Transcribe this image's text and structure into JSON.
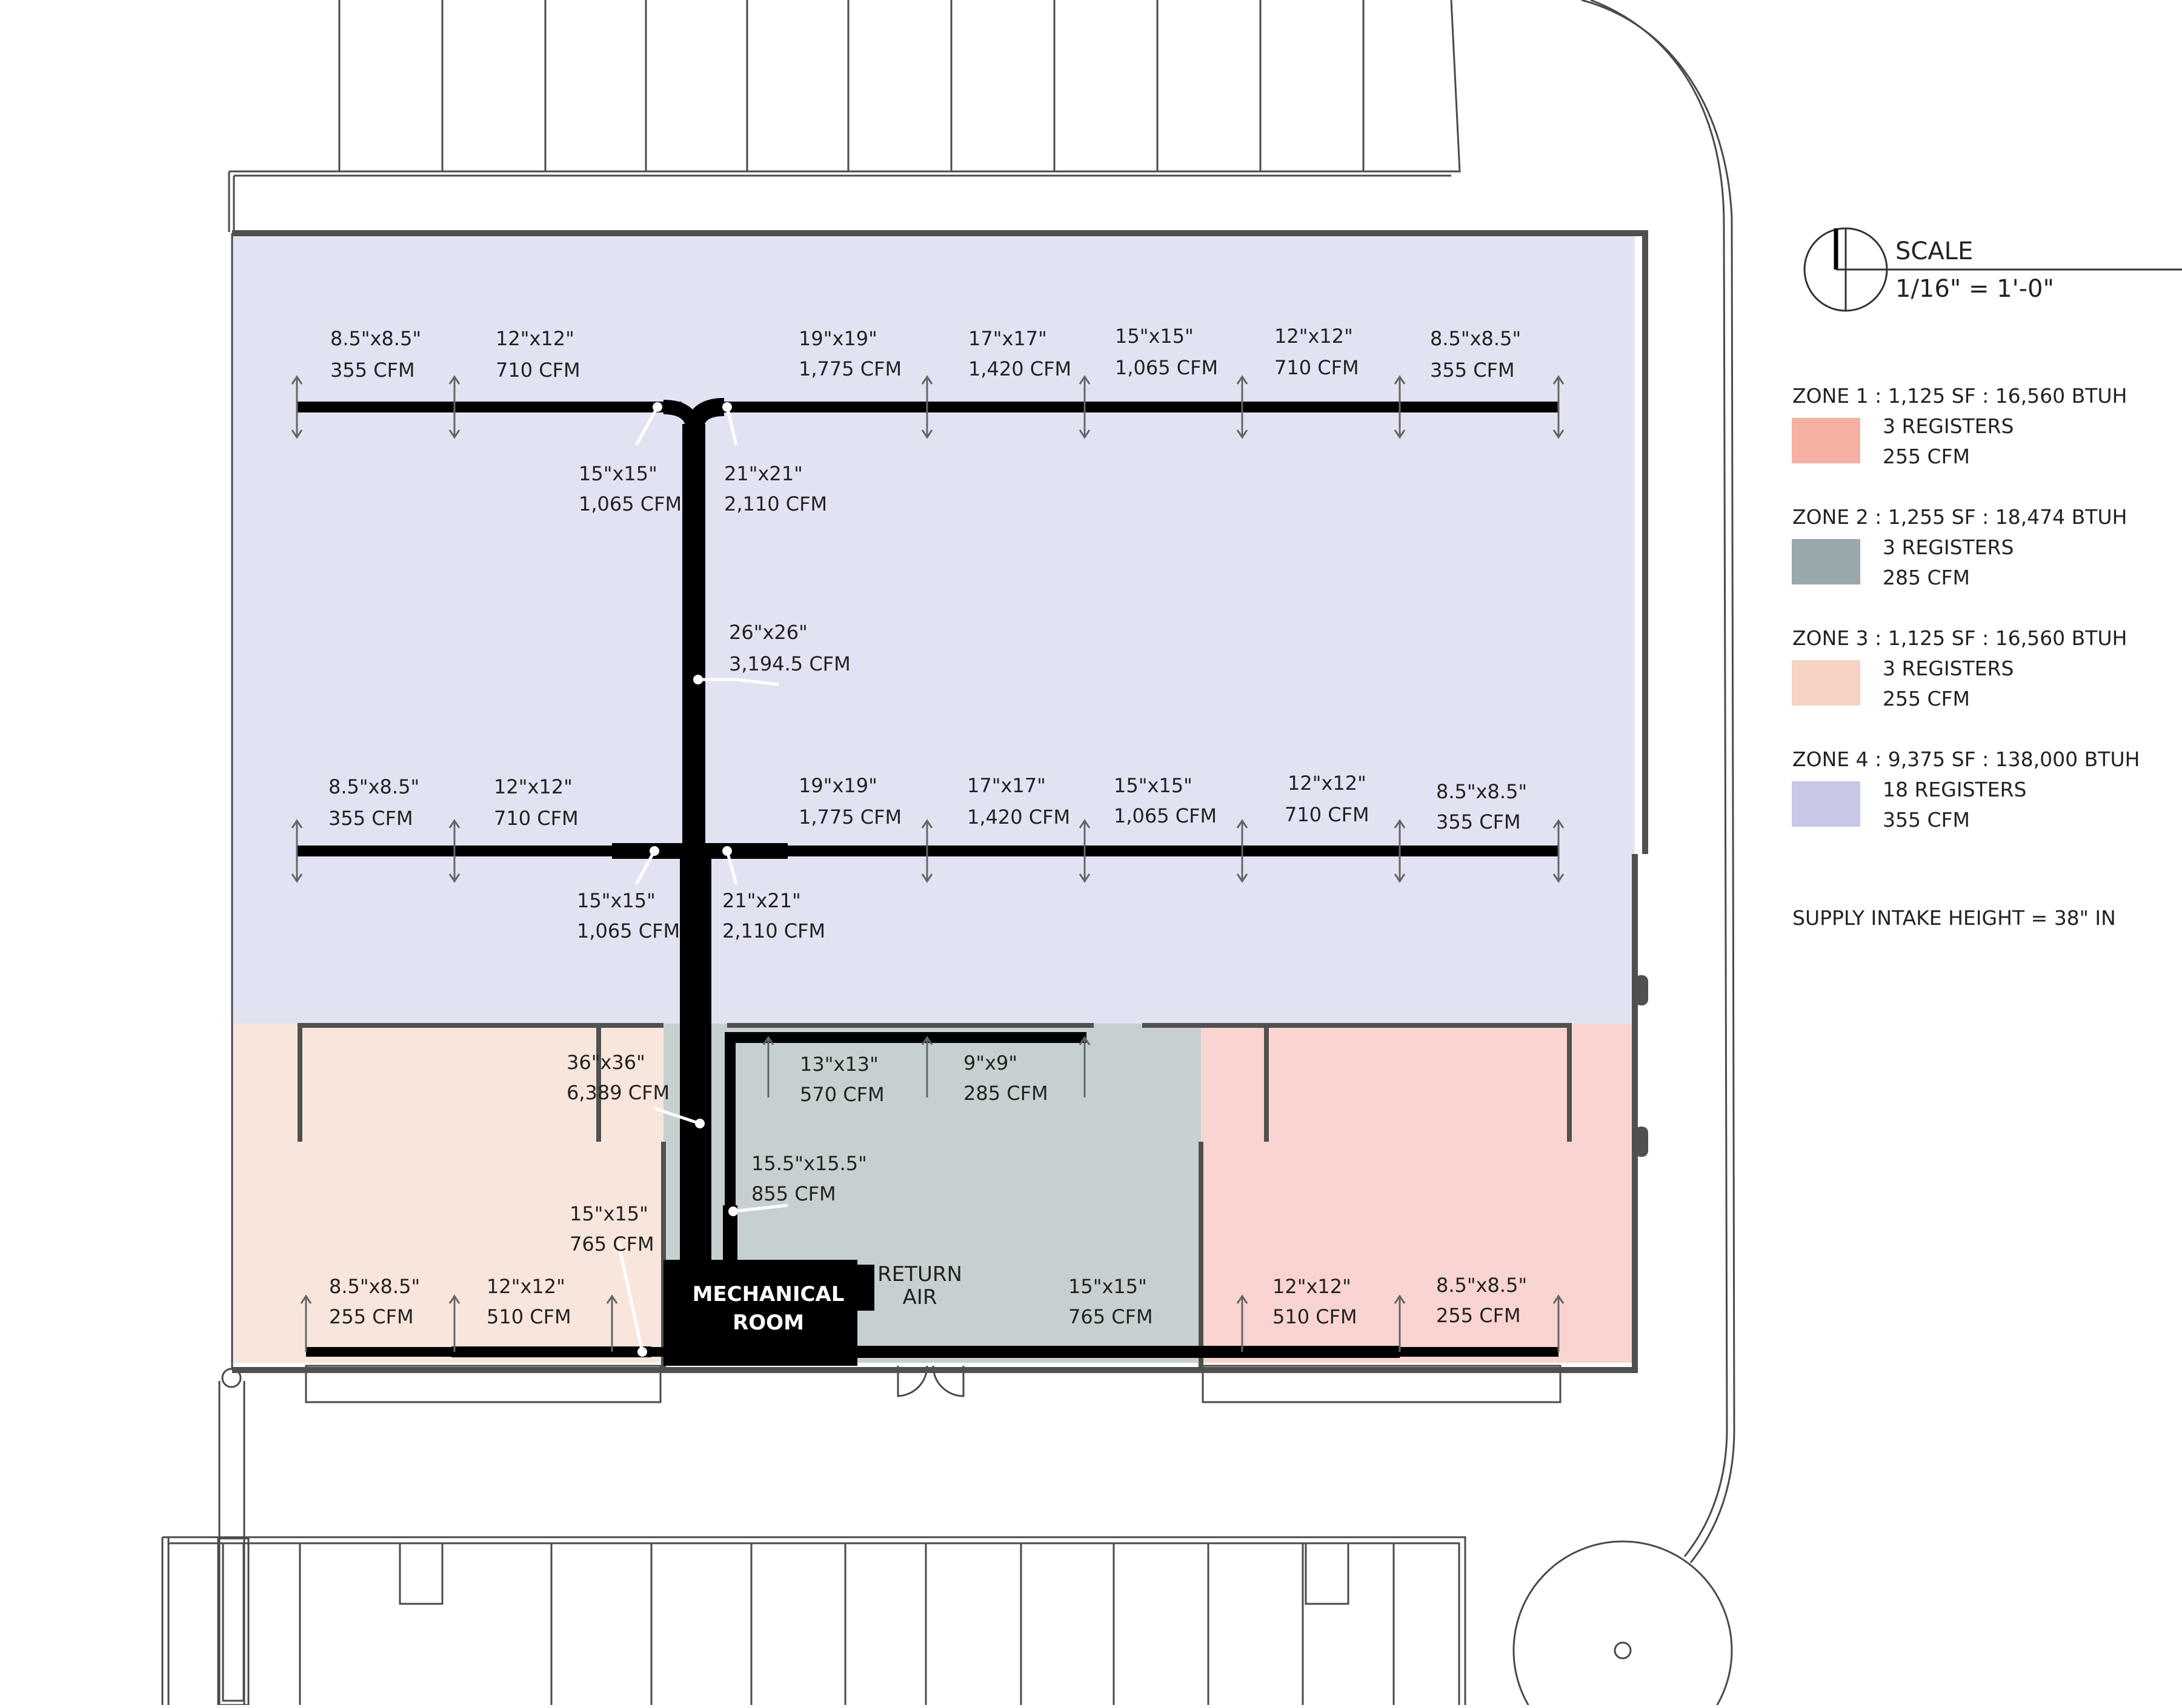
{
  "colors": {
    "zone1": "#f5b0a2",
    "zone2": "#99a8aa",
    "zone3": "#f5d2c4",
    "zone4": "#c6c8e6",
    "zone1_fill": "#f9d4d0",
    "zone2_fill": "#c7d0d0",
    "zone3_fill": "#f8e6dc",
    "zone4_fill": "#e2e3f2",
    "duct": "#000000"
  },
  "scale": {
    "label": "SCALE",
    "value": "1/16\" = 1'-0\"",
    "icon": "north-arrow-icon"
  },
  "zones": [
    {
      "title": "ZONE 1 : 1,125 SF : 16,560 BTUH",
      "registers": "3 REGISTERS",
      "cfm": "255 CFM"
    },
    {
      "title": "ZONE 2 : 1,255 SF : 18,474 BTUH",
      "registers": "3 REGISTERS",
      "cfm": "285 CFM"
    },
    {
      "title": "ZONE 3 : 1,125 SF : 16,560 BTUH",
      "registers": "3 REGISTERS",
      "cfm": "255 CFM"
    },
    {
      "title": "ZONE 4 : 9,375 SF : 138,000 BTUH",
      "registers": "18 REGISTERS",
      "cfm": "355 CFM"
    }
  ],
  "note": "SUPPLY INTAKE HEIGHT = 38\" IN",
  "mechanical_room": {
    "line1": "MECHANICAL",
    "line2": "ROOM"
  },
  "return_air": {
    "line1": "RETURN",
    "line2": "AIR"
  },
  "ducts": {
    "top_row": [
      {
        "size": "8.5\"x8.5\"",
        "cfm": "355 CFM"
      },
      {
        "size": "12\"x12\"",
        "cfm": "710 CFM"
      },
      {
        "size": "19\"x19\"",
        "cfm": "1,775 CFM"
      },
      {
        "size": "17\"x17\"",
        "cfm": "1,420 CFM"
      },
      {
        "size": "15\"x15\"",
        "cfm": "1,065 CFM"
      },
      {
        "size": "12\"x12\"",
        "cfm": "710 CFM"
      },
      {
        "size": "8.5\"x8.5\"",
        "cfm": "355 CFM"
      }
    ],
    "top_branch_left": {
      "size": "15\"x15\"",
      "cfm": "1,065 CFM"
    },
    "top_branch_right": {
      "size": "21\"x21\"",
      "cfm": "2,110 CFM"
    },
    "trunk_upper": {
      "size": "26\"x26\"",
      "cfm": "3,194.5 CFM"
    },
    "mid_row": [
      {
        "size": "8.5\"x8.5\"",
        "cfm": "355 CFM"
      },
      {
        "size": "12\"x12\"",
        "cfm": "710 CFM"
      },
      {
        "size": "19\"x19\"",
        "cfm": "1,775 CFM"
      },
      {
        "size": "17\"x17\"",
        "cfm": "1,420 CFM"
      },
      {
        "size": "15\"x15\"",
        "cfm": "1,065 CFM"
      },
      {
        "size": "12\"x12\"",
        "cfm": "710 CFM"
      },
      {
        "size": "8.5\"x8.5\"",
        "cfm": "355 CFM"
      }
    ],
    "mid_branch_left": {
      "size": "15\"x15\"",
      "cfm": "1,065 CFM"
    },
    "mid_branch_right": {
      "size": "21\"x21\"",
      "cfm": "2,110 CFM"
    },
    "trunk_main": {
      "size": "36\"x36\"",
      "cfm": "6,389 CFM"
    },
    "zone2_a": {
      "size": "13\"x13\"",
      "cfm": "570 CFM"
    },
    "zone2_b": {
      "size": "9\"x9\"",
      "cfm": "285 CFM"
    },
    "zone2_riser": {
      "size": "15.5\"x15.5\"",
      "cfm": "855 CFM"
    },
    "zone3_branch": {
      "size": "15\"x15\"",
      "cfm": "765 CFM"
    },
    "bottom_left": [
      {
        "size": "8.5\"x8.5\"",
        "cfm": "255 CFM"
      },
      {
        "size": "12\"x12\"",
        "cfm": "510 CFM"
      }
    ],
    "zone2_bottom": {
      "size": "15\"x15\"",
      "cfm": "765 CFM"
    },
    "bottom_right": [
      {
        "size": "12\"x12\"",
        "cfm": "510 CFM"
      },
      {
        "size": "8.5\"x8.5\"",
        "cfm": "255 CFM"
      }
    ]
  }
}
